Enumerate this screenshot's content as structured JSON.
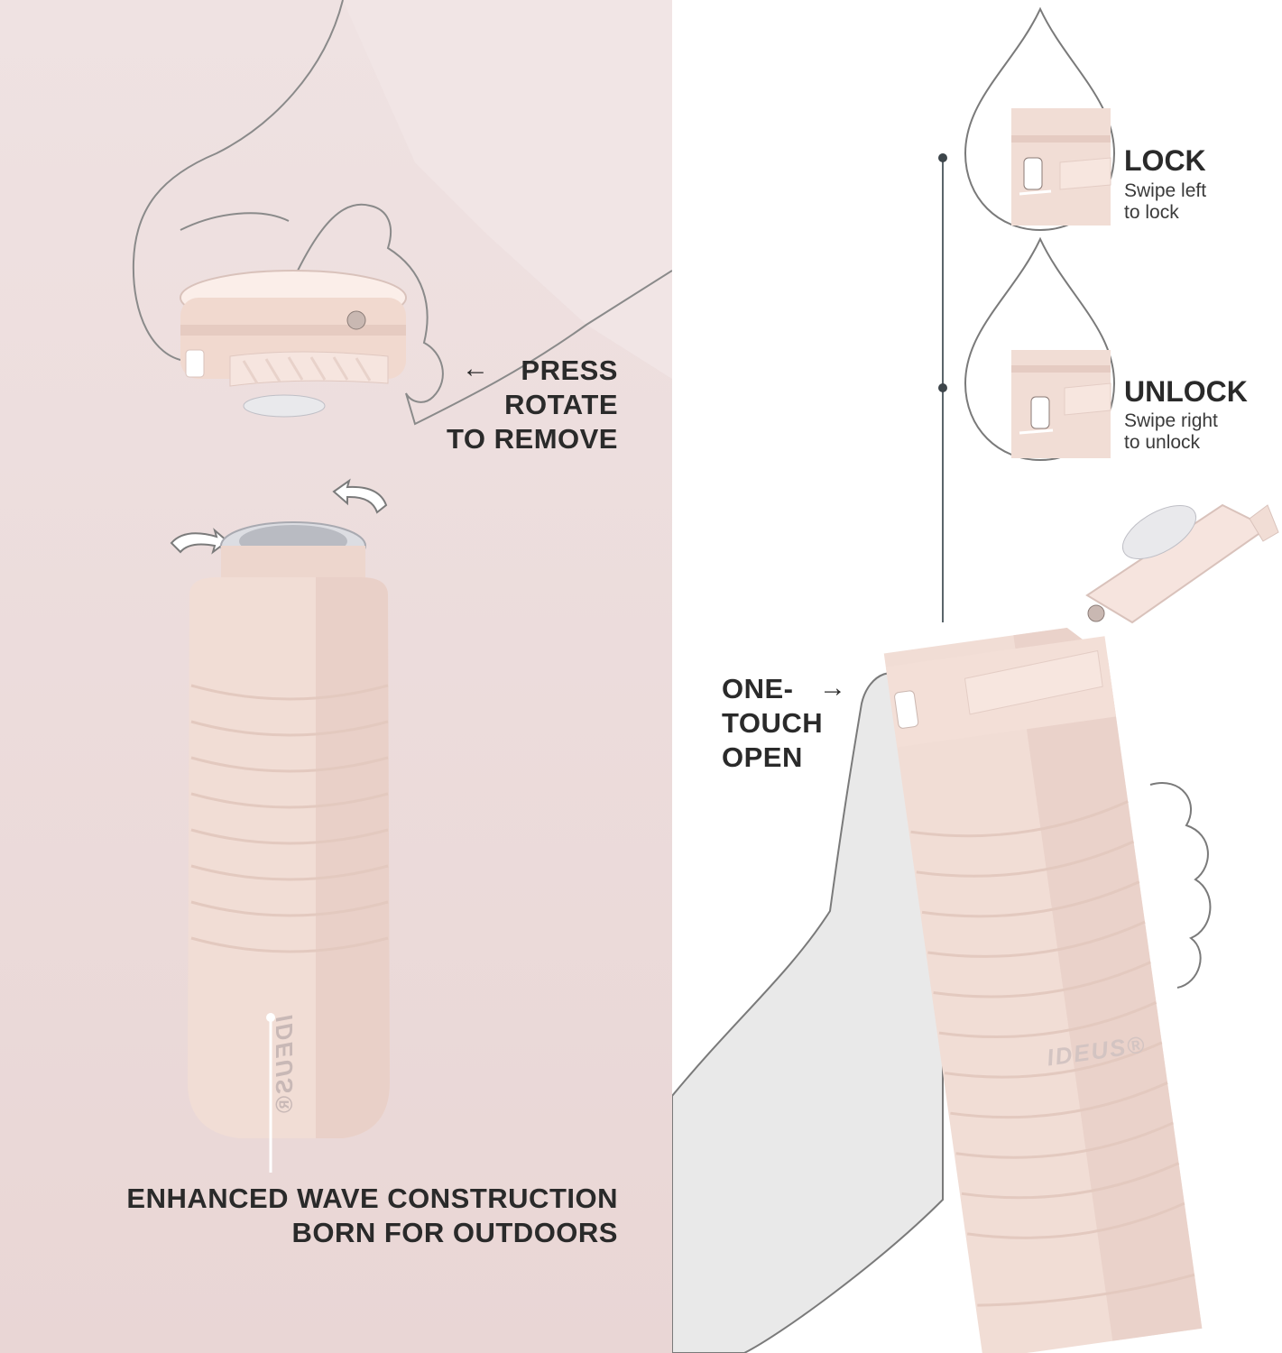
{
  "left_panel": {
    "press_label": [
      "PRESS",
      "ROTATE",
      "TO REMOVE"
    ],
    "press_arrow": "←",
    "wave_label": [
      "ENHANCED WAVE CONSTRUCTION",
      "BORN FOR OUTDOORS"
    ],
    "brand": "IDEUS®"
  },
  "right_panel": {
    "lock": {
      "title": "LOCK",
      "subtitle_line1": "Swipe left",
      "subtitle_line2": "to lock"
    },
    "unlock": {
      "title": "UNLOCK",
      "subtitle_line1": "Swipe right",
      "subtitle_line2": "to unlock"
    },
    "onetouch_label": [
      "ONE-",
      "TOUCH",
      "OPEN"
    ],
    "onetouch_arrow": "→",
    "brand": "IDEUS®"
  },
  "colors": {
    "left_bg": "#eadad9",
    "bottle_body": "#f1dcd4",
    "bottle_shadow": "#e2c8bf",
    "strap": "#f6e4de",
    "hand_outline": "#7a7a7a",
    "hand_fill_right": "#e8e8e8",
    "connector_line": "#5a646a"
  }
}
